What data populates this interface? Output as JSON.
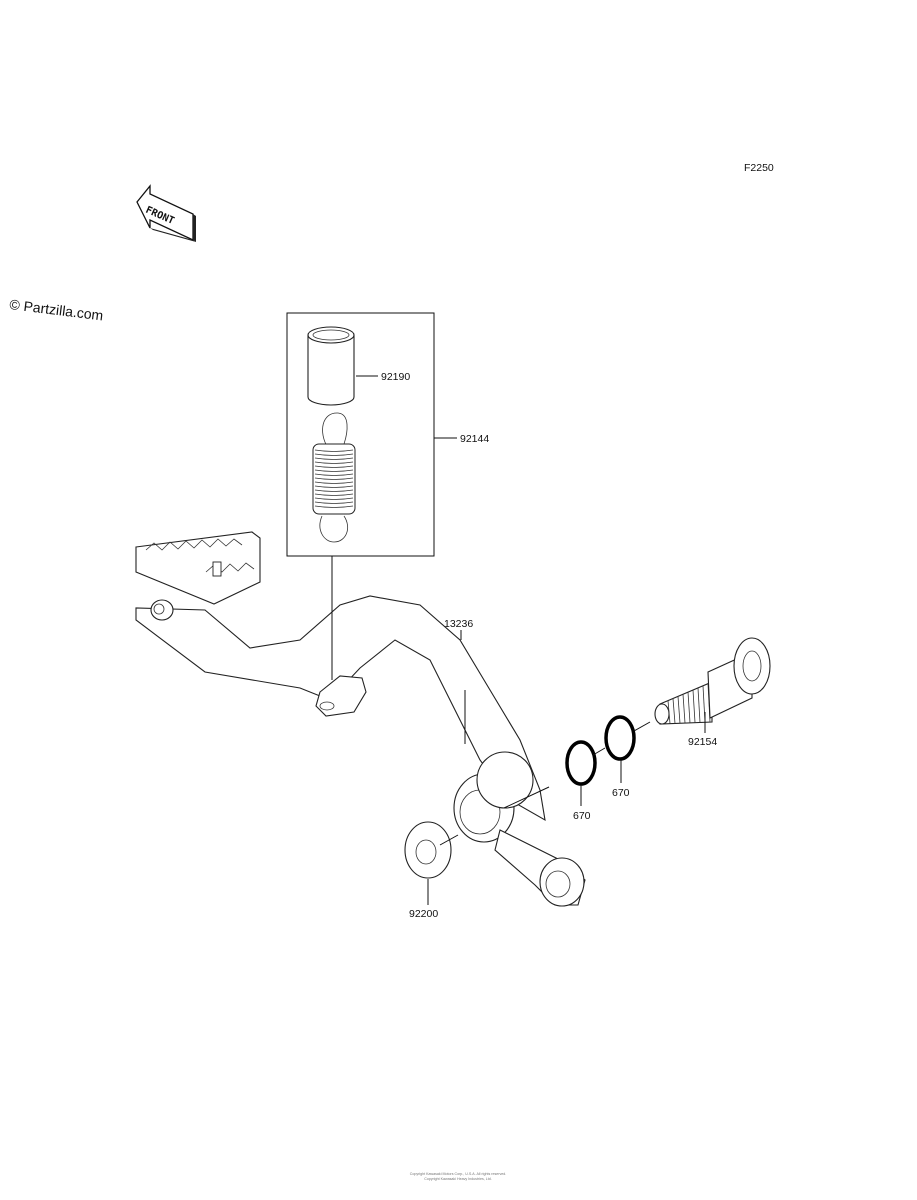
{
  "figure_code": "F2250",
  "front_label": "FRONT",
  "watermark": "© Partzilla.com",
  "parts": {
    "sleeve": "92190",
    "spring_assy": "92144",
    "pedal": "13236",
    "shaft": "92154",
    "oring_a": "670",
    "oring_b": "670",
    "washer": "92200"
  },
  "copyright_line1": "Copyright Kawasaki Motors Corp., U.S.A. All rights reserved.",
  "copyright_line2": "Copyright Kawasaki Heavy Industries, Ltd."
}
